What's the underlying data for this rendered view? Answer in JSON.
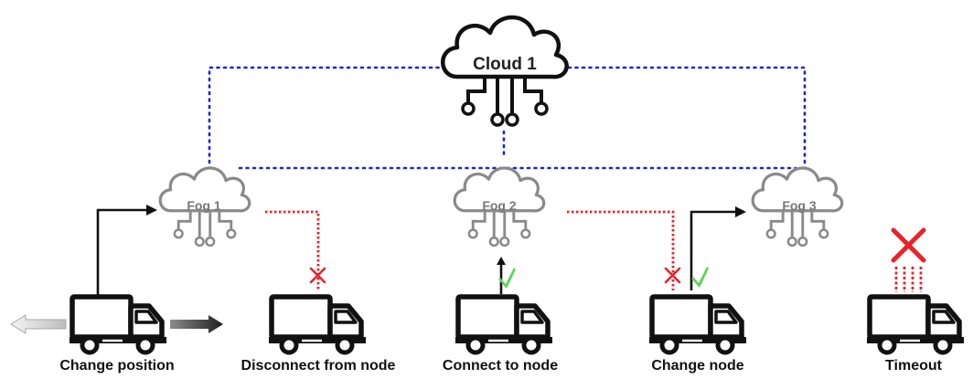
{
  "nodes": {
    "cloud": {
      "label": "Cloud 1"
    },
    "fog1": {
      "label": "Fog 1"
    },
    "fog2": {
      "label": "Fog 2"
    },
    "fog3": {
      "label": "Fog 3"
    }
  },
  "scenarios": [
    {
      "caption": "Change position"
    },
    {
      "caption": "Disconnect from node"
    },
    {
      "caption": "Connect to node"
    },
    {
      "caption": "Change node"
    },
    {
      "caption": "Timeout"
    }
  ],
  "colors": {
    "cloud_link": "#1f24d6",
    "broken_link": "#e8232b",
    "fog_outline": "#8a8a8a",
    "cloud_outline": "#111111",
    "success": "#5fd35a",
    "failure": "#e8232b",
    "truck": "#111111"
  }
}
